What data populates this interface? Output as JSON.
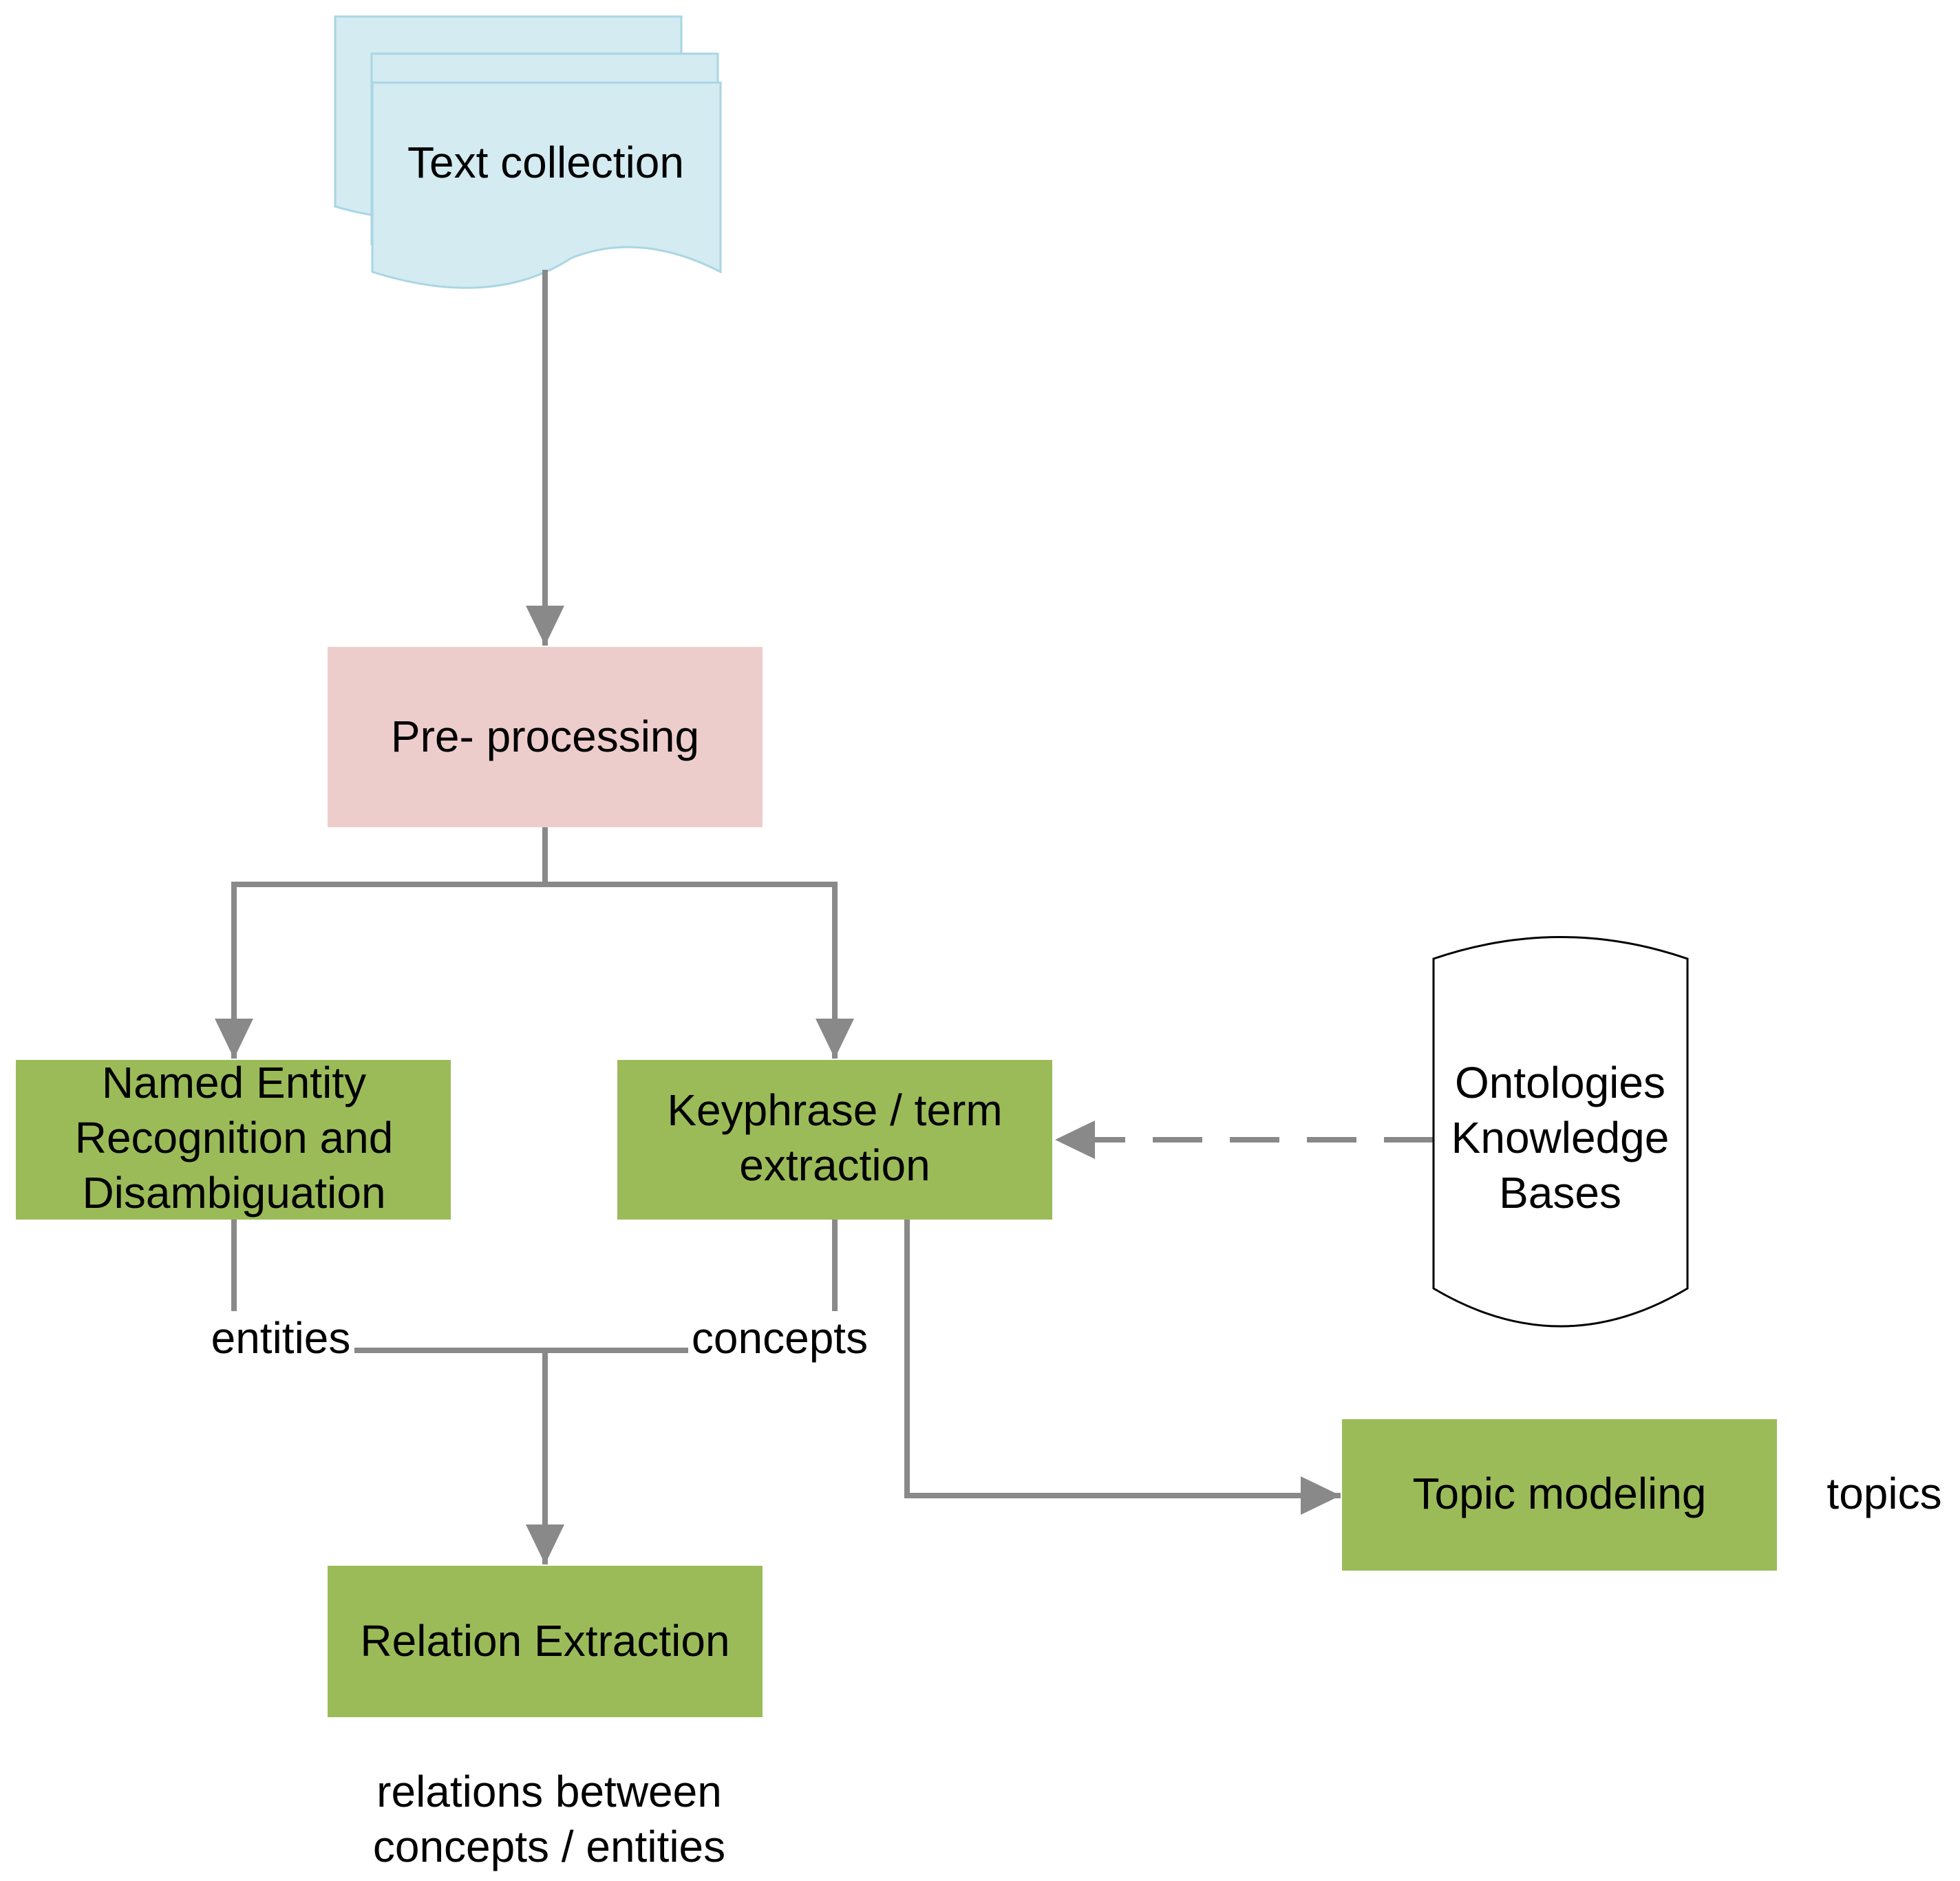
{
  "nodes": {
    "text_collection": {
      "label": [
        "Text collection"
      ]
    },
    "preprocessing": {
      "label": [
        "Pre- processing"
      ]
    },
    "ner": {
      "label": [
        "Named Entity",
        "Recognition and",
        "Disambiguation"
      ]
    },
    "keyphrase": {
      "label": [
        "Keyphrase / term",
        "extraction"
      ]
    },
    "ontologies": {
      "label": [
        "Ontologies",
        "Knowledge",
        "Bases"
      ]
    },
    "topic_modeling": {
      "label": [
        "Topic modeling"
      ]
    },
    "relation_extraction": {
      "label": [
        "Relation Extraction"
      ]
    }
  },
  "outputs": {
    "entities": "entities",
    "concepts": "concepts",
    "topics": "topics",
    "relations": [
      "relations between",
      "concepts / entities"
    ]
  },
  "colors": {
    "document_fill": "#d3ebf1",
    "document_stroke": "#a9d6e3",
    "preprocessing_fill": "#edcdcc",
    "process_fill": "#9bbb59",
    "connector": "#898989",
    "database_stroke": "#000000"
  }
}
